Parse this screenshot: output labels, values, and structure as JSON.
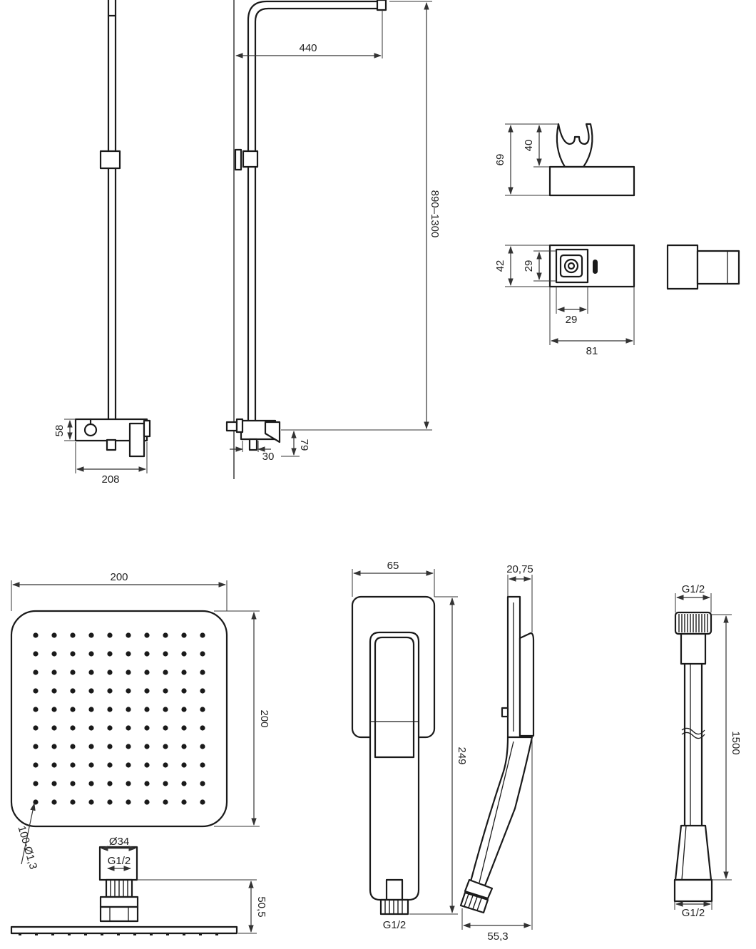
{
  "dimensions": {
    "arm_reach": "440",
    "column_height": "890–1300",
    "mixer_height": "58",
    "mixer_width": "208",
    "mixer_depth": "30",
    "mixer_offset": "79",
    "holder_total_height": "69",
    "holder_hook_height": "40",
    "holder_base_height": "42",
    "holder_slot_height": "29",
    "holder_slot_width": "29",
    "holder_base_width": "81",
    "head_width": "200",
    "head_height": "200",
    "nozzle_spec": "100-Ø1,3",
    "connector_diameter": "Ø34",
    "connector_thread": "G1/2",
    "connector_height": "50,5",
    "hand_width": "65",
    "hand_depth": "20,75",
    "hand_length": "249",
    "hand_thread": "G1/2",
    "hand_side_offset": "55,3",
    "hose_thread_top": "G1/2",
    "hose_length": "1500",
    "hose_thread_bottom": "G1/2"
  },
  "colors": {
    "line": "#1a1a1a",
    "dimension": "#333333",
    "background": "#ffffff"
  }
}
